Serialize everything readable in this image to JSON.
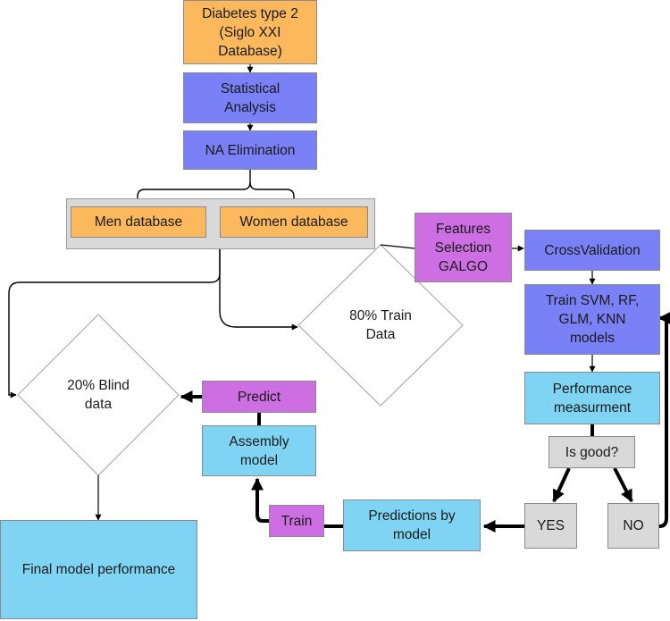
{
  "nodes": {
    "diabetes": "Diabetes type 2\n(Siglo XXI\nDatabase)",
    "statistical": "Statistical\nAnalysis",
    "na_elim": "NA Elimination",
    "men_db": "Men database",
    "women_db": "Women database",
    "features": "Features\nSelection\nGALGO",
    "crossval": "CrossValidation",
    "train_models": "Train SVM, RF,\nGLM, KNN\nmodels",
    "performance": "Performance\nmeasurment",
    "is_good": "Is good?",
    "yes": "YES",
    "no": "NO",
    "predictions": "Predictions by\nmodel",
    "train": "Train",
    "assembly": "Assembly\nmodel",
    "predict": "Predict",
    "train80": "80% Train\nData",
    "blind20": "20% Blind\ndata",
    "final": "Final model performance"
  },
  "colors": {
    "orange": "#fbb85c",
    "blue": "#7a80f5",
    "cyan": "#7fd4f4",
    "violet": "#cd6fe3",
    "grey": "#d9d9d9",
    "line": "#000000"
  }
}
